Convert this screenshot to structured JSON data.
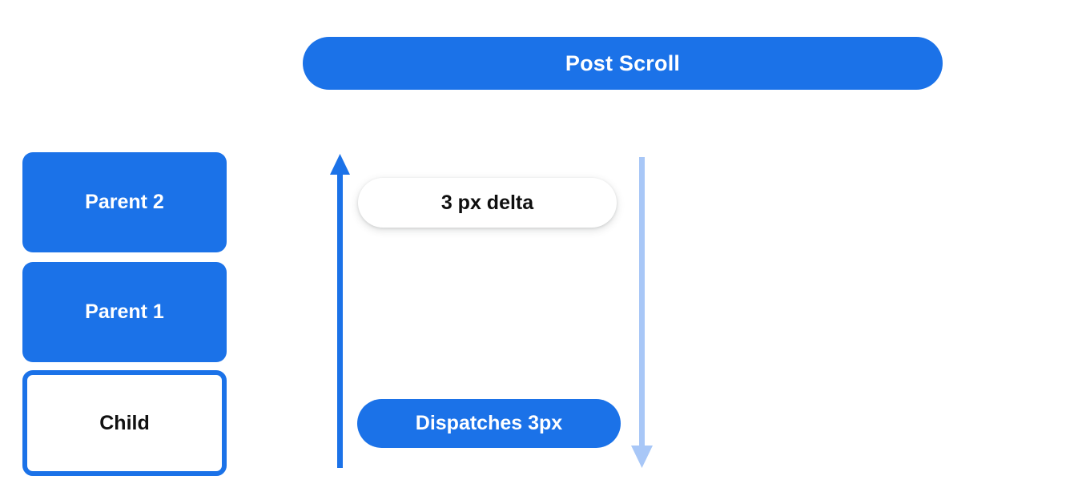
{
  "header": {
    "title": "Post Scroll"
  },
  "colors": {
    "accent_blue": "#1b72e8",
    "light_blue": "#a8c7f7",
    "background": "#ffffff",
    "text_dark": "#0f0f0f",
    "text_on_accent": "#ffffff"
  },
  "stack": {
    "boxes": [
      {
        "label": "Parent 2",
        "style": "filled"
      },
      {
        "label": "Parent 1",
        "style": "filled"
      },
      {
        "label": "Child",
        "style": "outlined"
      }
    ]
  },
  "flow": {
    "up_arrow": {
      "icon": "arrow-up-icon",
      "color": "#1b72e8",
      "direction": "up"
    },
    "down_arrow": {
      "icon": "arrow-down-icon",
      "color": "#a8c7f7",
      "direction": "down"
    },
    "pills": [
      {
        "label": "3 px delta",
        "style": "white"
      },
      {
        "label": "Dispatches 3px",
        "style": "blue"
      }
    ]
  }
}
